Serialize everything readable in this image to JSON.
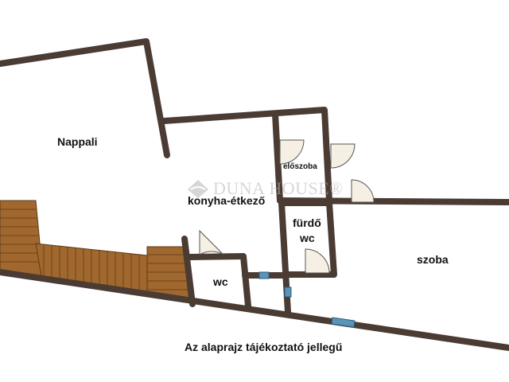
{
  "rooms": {
    "nappali": "Nappali",
    "konyha": "konyha-étkező",
    "eloszoba": "előszoba",
    "furdo": "fürdő",
    "furdo_wc": "wc",
    "wc": "wc",
    "szoba": "szoba"
  },
  "watermark": {
    "brand": "DUNA HOUSE®"
  },
  "disclaimer": "Az alaprajz tájékoztató jellegű",
  "colors": {
    "wall": "#4a3b33",
    "wood": "#a0682e",
    "wood_line": "#5e3a17",
    "door_fill": "#f6efe4",
    "window": "#5b94b8"
  }
}
